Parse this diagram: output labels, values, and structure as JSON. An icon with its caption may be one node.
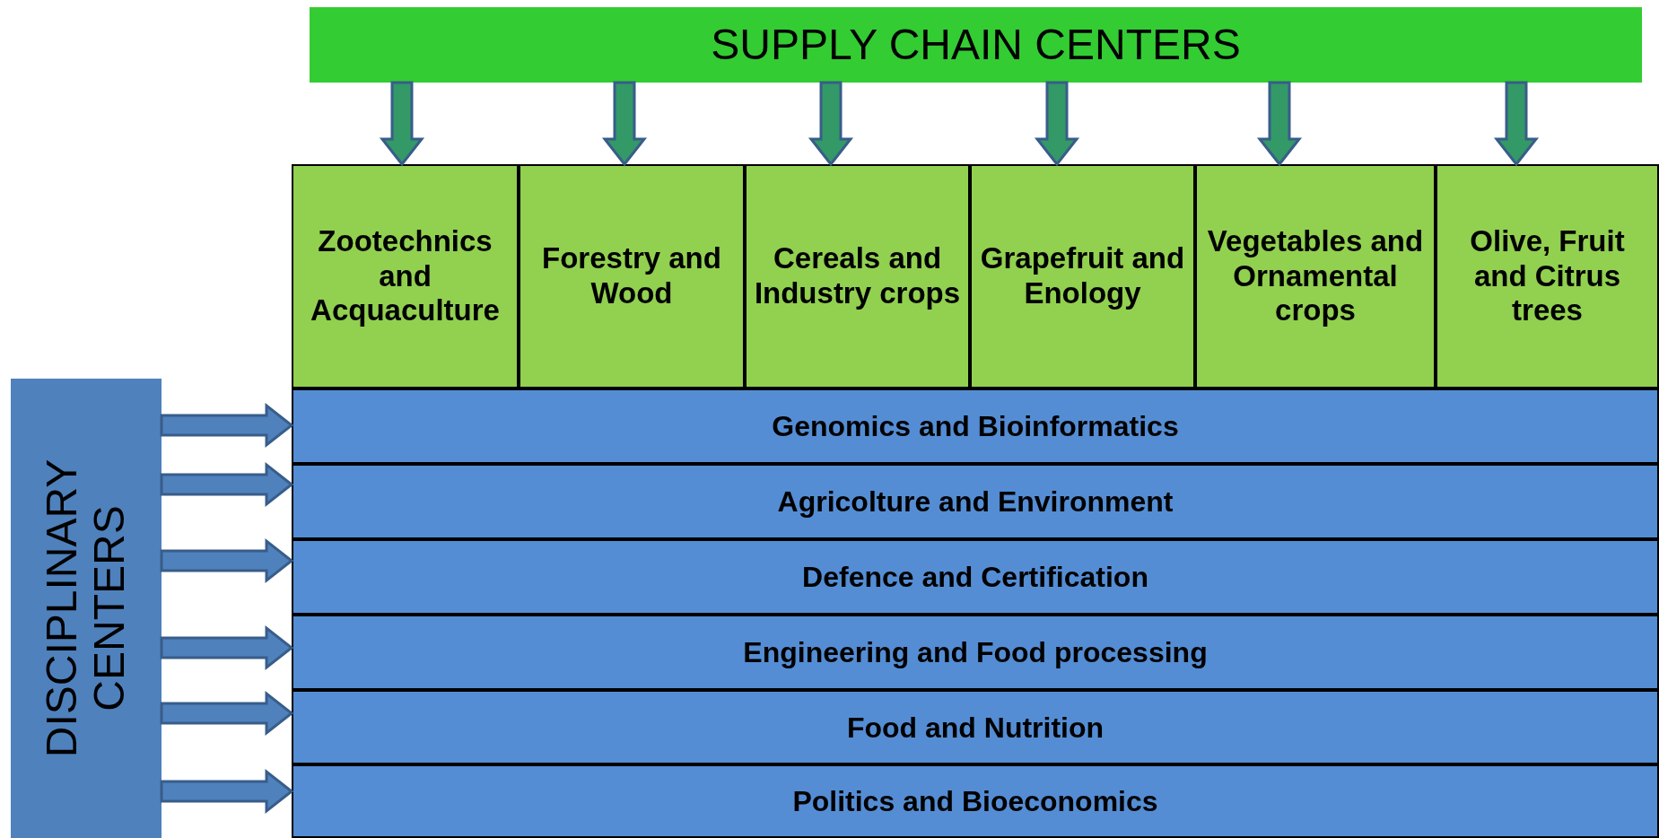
{
  "diagram": {
    "nodes": [
      {
        "text": [
          "SUPPLY CHAIN CENTERS"
        ]
      },
      {
        "text": [
          "Zootechnics and Acquaculture"
        ]
      },
      {
        "text": [
          "Forestry and Wood"
        ]
      },
      {
        "text": [
          "Cereals and Industry crops"
        ]
      },
      {
        "text": [
          "Grapefruit and Enology"
        ]
      },
      {
        "text": [
          "Vegetables and Ornamental crops"
        ]
      },
      {
        "text": [
          "Olive, Fruit and Citrus trees"
        ]
      },
      {
        "text": [
          "DISCIPLINARY CENTERS"
        ]
      },
      {
        "text": [
          "Genomics and Bioinformatics"
        ]
      },
      {
        "text": [
          "Agricolture and Environment"
        ]
      },
      {
        "text": [
          "Defence and Certification"
        ]
      },
      {
        "text": [
          "Engineering and Food processing"
        ]
      },
      {
        "text": [
          "Food and Nutrition"
        ]
      },
      {
        "text": [
          "Politics and Bioeconomics"
        ]
      }
    ],
    "edges": [
      {
        "from": 0,
        "to": 1,
        "arrow": "to"
      },
      {
        "from": 0,
        "to": 2,
        "arrow": "to"
      },
      {
        "from": 0,
        "to": 3,
        "arrow": "to"
      },
      {
        "from": 0,
        "to": 4,
        "arrow": "to"
      },
      {
        "from": 0,
        "to": 5,
        "arrow": "to"
      },
      {
        "from": 0,
        "to": 6,
        "arrow": "to"
      },
      {
        "from": 7,
        "to": 8,
        "arrow": "to"
      },
      {
        "from": 7,
        "to": 9,
        "arrow": "to"
      },
      {
        "from": 7,
        "to": 10,
        "arrow": "to"
      },
      {
        "from": 7,
        "to": 11,
        "arrow": "to"
      },
      {
        "from": 7,
        "to": 12,
        "arrow": "to"
      },
      {
        "from": 7,
        "to": 13,
        "arrow": "to"
      }
    ]
  }
}
